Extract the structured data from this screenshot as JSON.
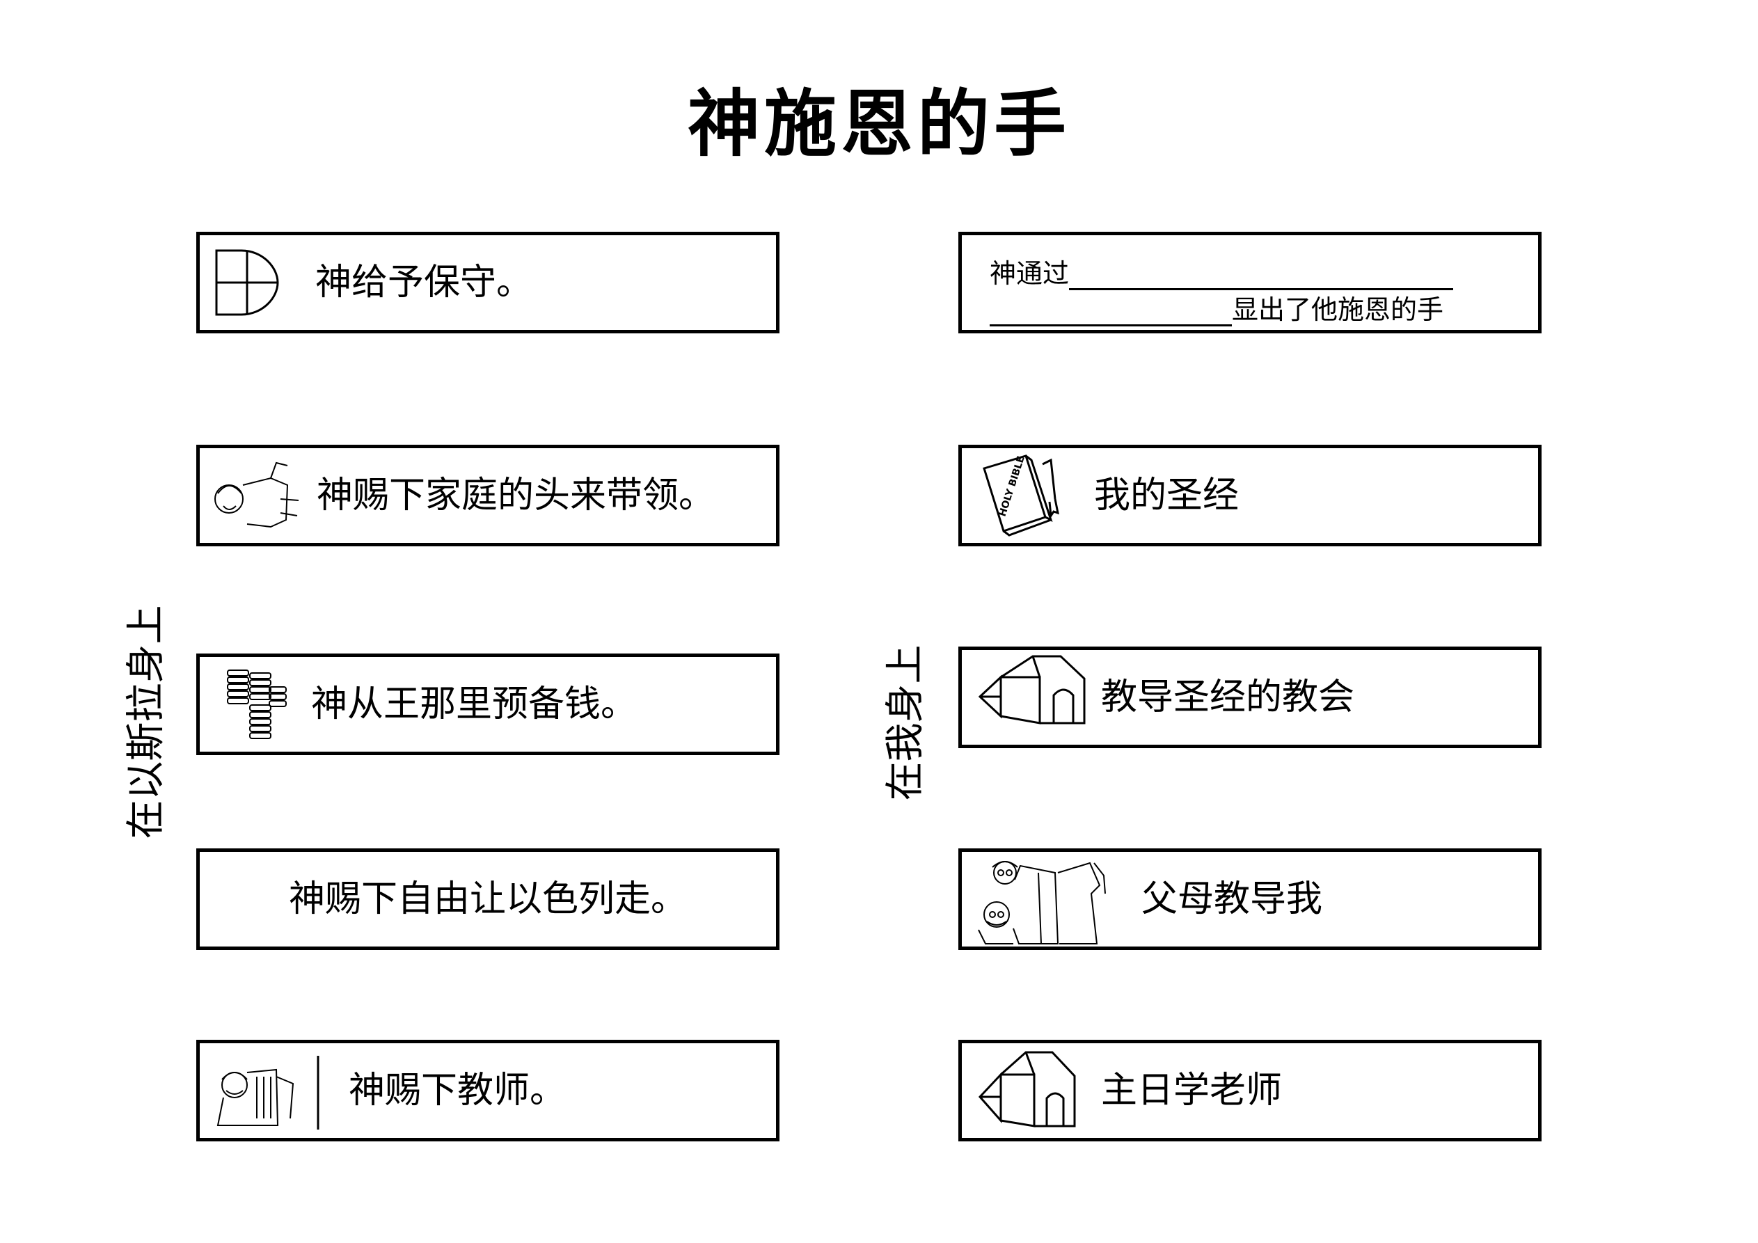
{
  "title": "神施恩的手",
  "side_labels": {
    "left": "在以斯拉身上",
    "right": "在我身上"
  },
  "left_column": [
    {
      "icon": "shield-icon",
      "text": "神给予保守。"
    },
    {
      "icon": "father-figure-icon",
      "text": "神赐下家庭的头来带领。"
    },
    {
      "icon": "coin-stacks-icon",
      "text": "神从王那里预备钱。"
    },
    {
      "icon": "",
      "text": "神赐下自由让以色列走。"
    },
    {
      "icon": "teacher-figure-icon",
      "text": "神赐下教师。"
    }
  ],
  "right_column": {
    "fill_in": {
      "prefix": "神通过",
      "suffix": "显出了他施恩的手"
    },
    "items": [
      {
        "icon": "bible-icon",
        "text": "我的圣经",
        "icon_text": "HOLY BIBLE"
      },
      {
        "icon": "church-icon",
        "text": "教导圣经的教会"
      },
      {
        "icon": "parents-icon",
        "text": "父母教导我"
      },
      {
        "icon": "church-icon",
        "text": "主日学老师"
      }
    ]
  }
}
